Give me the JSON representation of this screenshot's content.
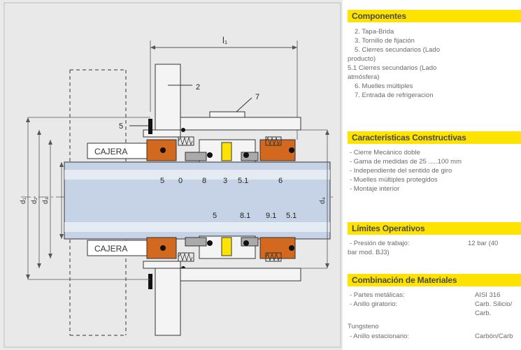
{
  "drawing": {
    "labels": {
      "l1": "l₁",
      "callout_2": "2",
      "callout_5": "5",
      "callout_7": "7",
      "cajera_top": "CAJERA",
      "cajera_bottom": "CAJERA",
      "d1": "d₁",
      "d2": "d₂",
      "d3": "d₃",
      "d4": "d₄",
      "upper_numbers": [
        "5",
        "0",
        "8",
        "3",
        "5.1",
        "6"
      ],
      "lower_numbers": [
        "5",
        "8.1",
        "9.1",
        "5.1"
      ]
    }
  },
  "sections": {
    "componentes": {
      "title": "Componentes",
      "lines": [
        "2. Tapa-Brida",
        "3. Tornillo de fijación",
        "5. Cierres secundarios (Lado",
        "producto)",
        "5.1 Cierres secundarios (Lado",
        "atmósfera)",
        "6. Muelles múltiples",
        "7. Entrada de refrigeracion"
      ]
    },
    "caracteristicas": {
      "title": "Características Constructivas",
      "lines": [
        "- Cierre Mecánico doble",
        "- Gama de medidas de 25 .....100 mm",
        "- Independiente del sentido de giro",
        "- Muelles múltiples protegidos",
        "- Montaje interior"
      ]
    },
    "limites": {
      "title": "Límites Operativos",
      "label": "- Presión de trabajo:",
      "value": "12 bar (40",
      "cont": "bar mod. BJ3)"
    },
    "materiales": {
      "title": "Combinación de Materiales",
      "row1_label": "- Partes metálicas:",
      "row1_value": "AISI 316",
      "row2_label": "- Anillo giratorio:",
      "row2_value": "Carb. Silicio/",
      "row2_value2": "Carb.",
      "row2_cont": "Tungsteno",
      "row3_label": "- Anillo estacionario:",
      "row3_value": "Carbón/Carb"
    }
  },
  "colors": {
    "header_yellow": "#ffe300",
    "seal_orange": "#d2691e",
    "bore_blue": "#c6d3e6",
    "drawing_bg": "#e9e9ea"
  }
}
